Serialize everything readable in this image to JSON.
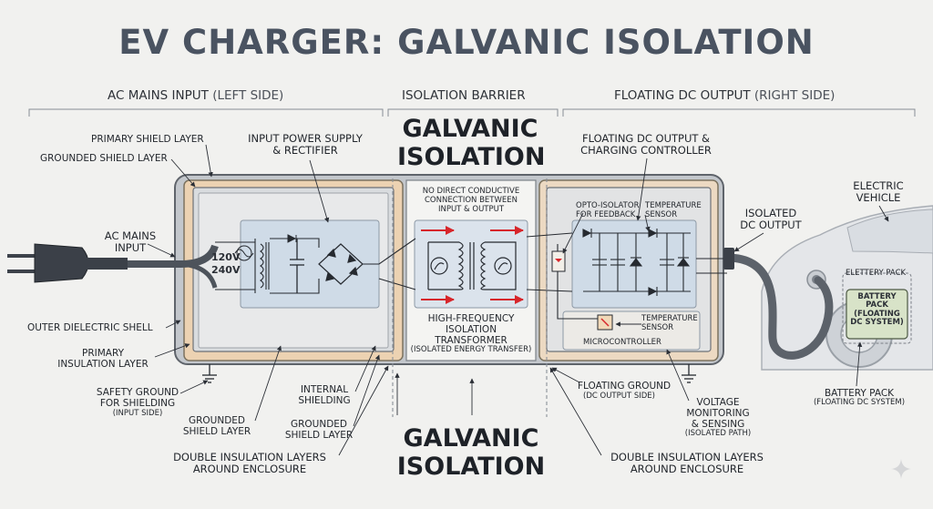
{
  "title": "EV CHARGER: GALVANIC ISOLATION",
  "sections": {
    "ac": {
      "main": "AC MAINS INPUT",
      "sub": "(LEFT SIDE)"
    },
    "barrier": "ISOLATION BARRIER",
    "dc": {
      "main": "FLOATING DC OUTPUT",
      "sub": "(RIGHT SIDE)"
    }
  },
  "galvanic_isolation_top": "GALVANIC\nISOLATION",
  "galvanic_isolation_bottom": "GALVANIC\nISOLATION",
  "labels": {
    "primary_shield_layer": "PRIMARY SHIELD LAYER",
    "grounded_shield_layer_top": "GROUNDED SHIELD LAYER",
    "input_power_supply": "INPUT POWER SUPPLY\n& RECTIFIER",
    "ac_mains_input": "AC MAINS\nINPUT",
    "voltage_120": "120V",
    "voltage_240": "240V",
    "outer_dielectric_shell": "OUTER DIELECTRIC SHELL",
    "primary_insulation_layer": "PRIMARY\nINSULATION LAYER",
    "safety_ground": "SAFETY GROUND\nFOR SHIELDING",
    "safety_ground_sub": "(INPUT SIDE)",
    "grounded_shield_layer_bottom": "GROUNDED\nSHIELD LAYER",
    "internal_shielding": "INTERNAL\nSHIELDING",
    "grounded_shield_layer_mid": "GROUNDED\nSHIELD LAYER",
    "double_insulation_left": "DOUBLE INSULATION LAYERS\nAROUND ENCLOSURE",
    "no_direct_connection": "NO DIRECT CONDUCTIVE\nCONNECTION BETWEEN\nINPUT & OUTPUT",
    "hf_transformer": "HIGH-FREQUENCY\nISOLATION\nTRANSFORMER",
    "hf_transformer_sub": "(ISOLATED ENERGY TRANSFER)",
    "floating_dc_controller": "FLOATING DC OUTPUT &\nCHARGING CONTROLLER",
    "opto_isolator": "OPTO-ISOLATOR\nFOR FEEDBACK",
    "temperature_sensor_top": "TEMPERATURE\nSENSOR",
    "temperature_sensor_bottom": "TEMPERATURE\nSENSOR",
    "microcontroller": "MICROCONTROLLER",
    "isolated_dc_output": "ISOLATED\nDC OUTPUT",
    "electric_vehicle": "ELECTRIC\nVEHICLE",
    "eletterry_pack": "ELETTERY PACK",
    "battery_pack_box": "BATTERY\nPACK\n(FLOATING\nDC SYSTEM)",
    "battery_pack": "BATTERY PACK",
    "battery_pack_sub": "(FLOATING DC SYSTEM)",
    "floating_ground": "FLOATING GROUND",
    "floating_ground_sub": "(DC OUTPUT SIDE)",
    "voltage_monitoring": "VOLTAGE\nMONITORING\n& SENSING",
    "voltage_monitoring_sub": "(ISOLATED PATH)",
    "double_insulation_right": "DOUBLE INSULATION LAYERS\nAROUND ENCLOSURE"
  },
  "colors": {
    "enclosure_frame": "#b9bdc3",
    "input_section": "#e9cfb0",
    "isolation_section": "#f4f4f2",
    "output_section": "#e9d6bf",
    "circuit_board": "#cddbe8",
    "arrow_red": "#d7262b",
    "title": "#4a5361"
  },
  "icons": [
    "plug-icon",
    "ground-symbol-icon",
    "transformer-icon",
    "diode-icon",
    "capacitor-icon",
    "sparkle-icon"
  ]
}
